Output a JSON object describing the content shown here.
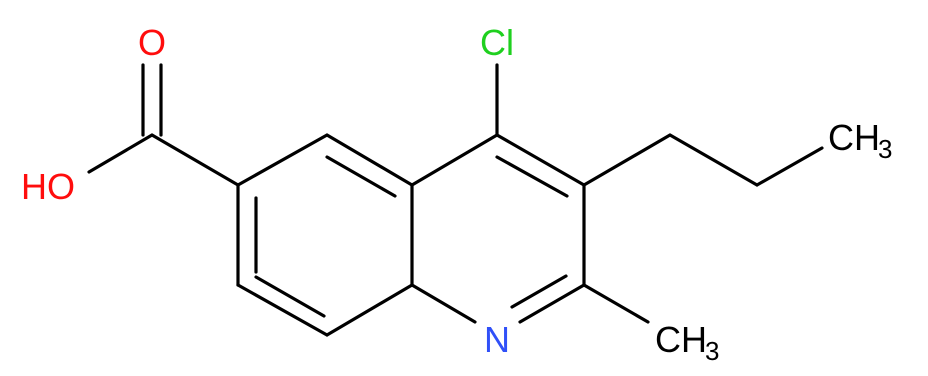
{
  "atoms": {
    "carbonyl_o": "O",
    "hydroxyl": "HO",
    "chlorine": "Cl",
    "nitrogen": "N",
    "propyl_ch3_main": "CH",
    "propyl_ch3_sub": "3",
    "methyl_ch3_main": "CH",
    "methyl_ch3_sub": "3"
  },
  "colors": {
    "bond": "#000000",
    "oxygen": "#ff0d0d",
    "chlorine": "#1fd01f",
    "nitrogen": "#3050f8",
    "carbon": "#000000"
  }
}
